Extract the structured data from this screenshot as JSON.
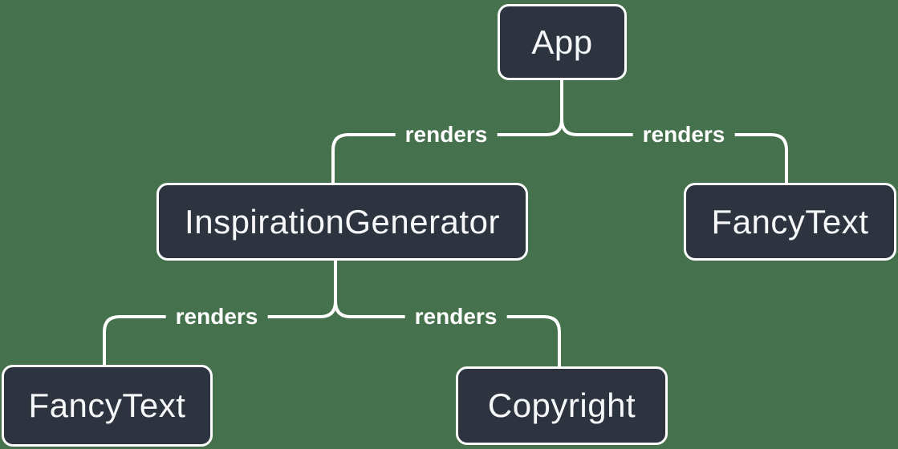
{
  "diagram": {
    "type": "render-tree",
    "nodes": [
      {
        "id": "app",
        "label": "App"
      },
      {
        "id": "inspiration-generator",
        "label": "InspirationGenerator"
      },
      {
        "id": "fancy-text-top",
        "label": "FancyText"
      },
      {
        "id": "fancy-text-bottom",
        "label": "FancyText"
      },
      {
        "id": "copyright",
        "label": "Copyright"
      }
    ],
    "edges": [
      {
        "from": "App",
        "to": "InspirationGenerator",
        "label": "renders"
      },
      {
        "from": "App",
        "to": "FancyText",
        "label": "renders"
      },
      {
        "from": "InspirationGenerator",
        "to": "FancyText",
        "label": "renders"
      },
      {
        "from": "InspirationGenerator",
        "to": "Copyright",
        "label": "renders"
      }
    ]
  },
  "colors": {
    "background": "#45714D",
    "node-fill": "#2D3440",
    "node-border": "#FFFFFF",
    "node-text": "#F6F7F9",
    "edge": "#FFFFFF",
    "edge-label-text": "#FFFFFF"
  }
}
